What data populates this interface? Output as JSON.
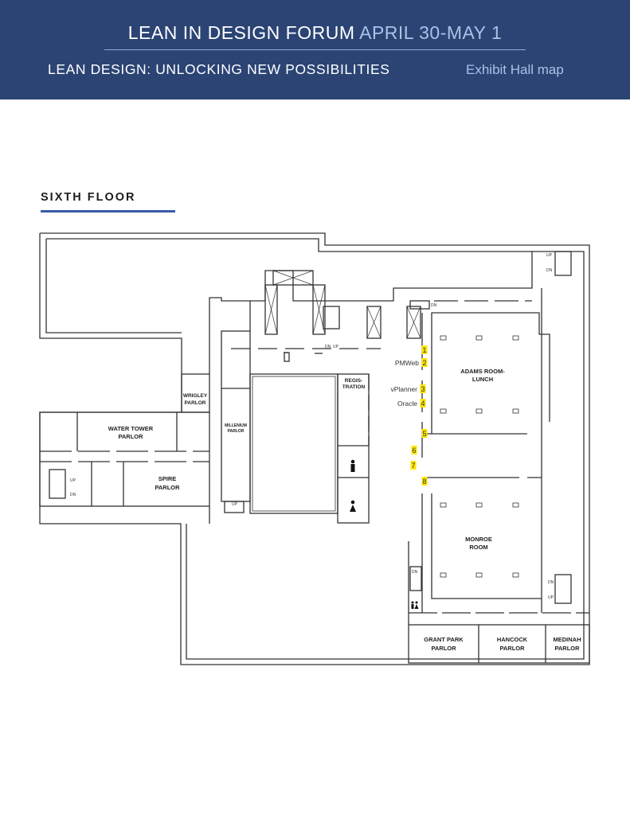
{
  "header": {
    "title": "LEAN IN DESIGN FORUM",
    "date": "APRIL 30-MAY 1",
    "subtitle": "LEAN DESIGN: UNLOCKING NEW POSSIBILITIES",
    "map_label": "Exhibit Hall map"
  },
  "floor": {
    "title": "SIXTH FLOOR"
  },
  "rooms": {
    "water_tower": [
      "WATER TOWER",
      "PARLOR"
    ],
    "spire": [
      "SPIRE",
      "PARLOR"
    ],
    "wrigley": [
      "WRIGLEY",
      "PARLOR"
    ],
    "millenium": [
      "MILLENIUM",
      "PARLOR"
    ],
    "registration": [
      "REGIS-",
      "TRATION"
    ],
    "adams": [
      "ADAMS ROOM-",
      "LUNCH"
    ],
    "monroe": [
      "MONROE",
      "ROOM"
    ],
    "grant_park": [
      "GRANT PARK",
      "PARLOR"
    ],
    "hancock": [
      "HANCOCK",
      "PARLOR"
    ],
    "medinah": [
      "MEDINAH",
      "PARLOR"
    ]
  },
  "stairs": {
    "up": "UP",
    "dn": "DN"
  },
  "booths": [
    {
      "number": "1",
      "exhibitor": ""
    },
    {
      "number": "2",
      "exhibitor": "PMWeb"
    },
    {
      "number": "3",
      "exhibitor": "vPlanner"
    },
    {
      "number": "4",
      "exhibitor": "Oracle"
    },
    {
      "number": "5",
      "exhibitor": ""
    },
    {
      "number": "6",
      "exhibitor": ""
    },
    {
      "number": "7",
      "exhibitor": ""
    },
    {
      "number": "8",
      "exhibitor": ""
    }
  ],
  "colors": {
    "banner": "#2b4474",
    "accent": "#a9c2e6",
    "booth_highlight": "#ffe600"
  }
}
